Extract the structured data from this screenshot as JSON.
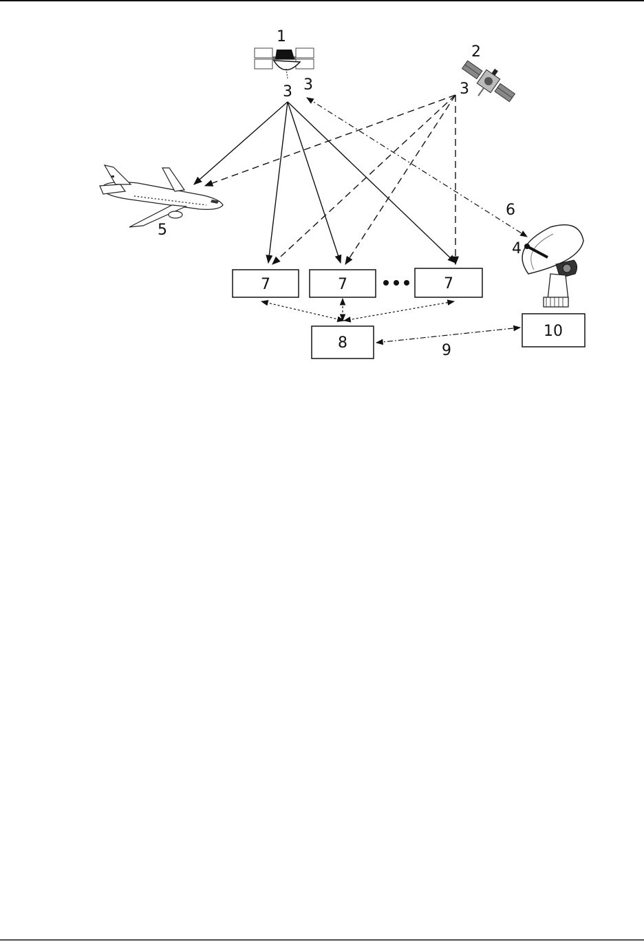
{
  "diagram": {
    "labels": {
      "sat1": "1",
      "sat2": "2",
      "ant_sat1_left": "3",
      "ant_sat1_right": "3",
      "ant_sat2": "3",
      "ground_antenna": "4",
      "aircraft": "5",
      "uplink": "6",
      "link_ctrl": "9"
    },
    "boxes": {
      "rx1": "7",
      "rx2": "7",
      "rx3": "7",
      "center": "8",
      "station": "10"
    },
    "icons": [
      "satellite-icon",
      "navigation-satellite-icon",
      "airplane-icon",
      "dish-antenna-icon"
    ]
  }
}
